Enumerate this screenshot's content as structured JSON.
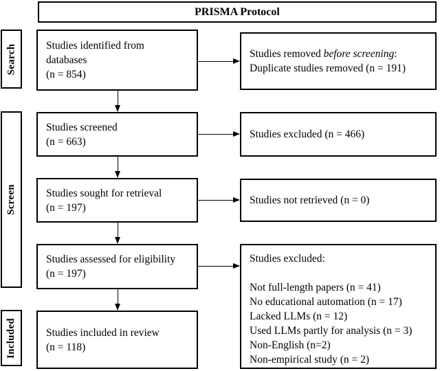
{
  "header": {
    "title": "PRISMA Protocol"
  },
  "stages": [
    {
      "label": "Search"
    },
    {
      "label": "Screen"
    },
    {
      "label": "Included"
    }
  ],
  "boxes": {
    "identified": {
      "lines": [
        "Studies identified from",
        "databases",
        "(n = 854)"
      ]
    },
    "removed": {
      "line1_prefix": "Studies removed ",
      "line1_italic": "before screening",
      "line1_suffix": ":",
      "line2": "Duplicate studies removed (n = 191)"
    },
    "screened": {
      "lines": [
        "Studies screened",
        "(n = 663)"
      ]
    },
    "excluded_screened": {
      "line": "Studies excluded (n = 466)"
    },
    "sought": {
      "lines": [
        "Studies sought for retrieval",
        "(n = 197)"
      ]
    },
    "not_retrieved": {
      "line": "Studies not retrieved (n = 0)"
    },
    "assessed": {
      "lines": [
        "Studies assessed for eligibility",
        "(n = 197)"
      ]
    },
    "excluded_assessed": {
      "title": "Studies excluded:",
      "reasons": [
        "Not full-length papers (n = 41)",
        "No educational automation (n = 17)",
        "Lacked LLMs (n = 12)",
        "Used LLMs partly for analysis (n = 3)",
        "Non-English (n=2)",
        "Non-empirical study (n = 2)"
      ]
    },
    "included": {
      "lines": [
        "Studies included in review",
        "(n = 118)"
      ]
    }
  }
}
